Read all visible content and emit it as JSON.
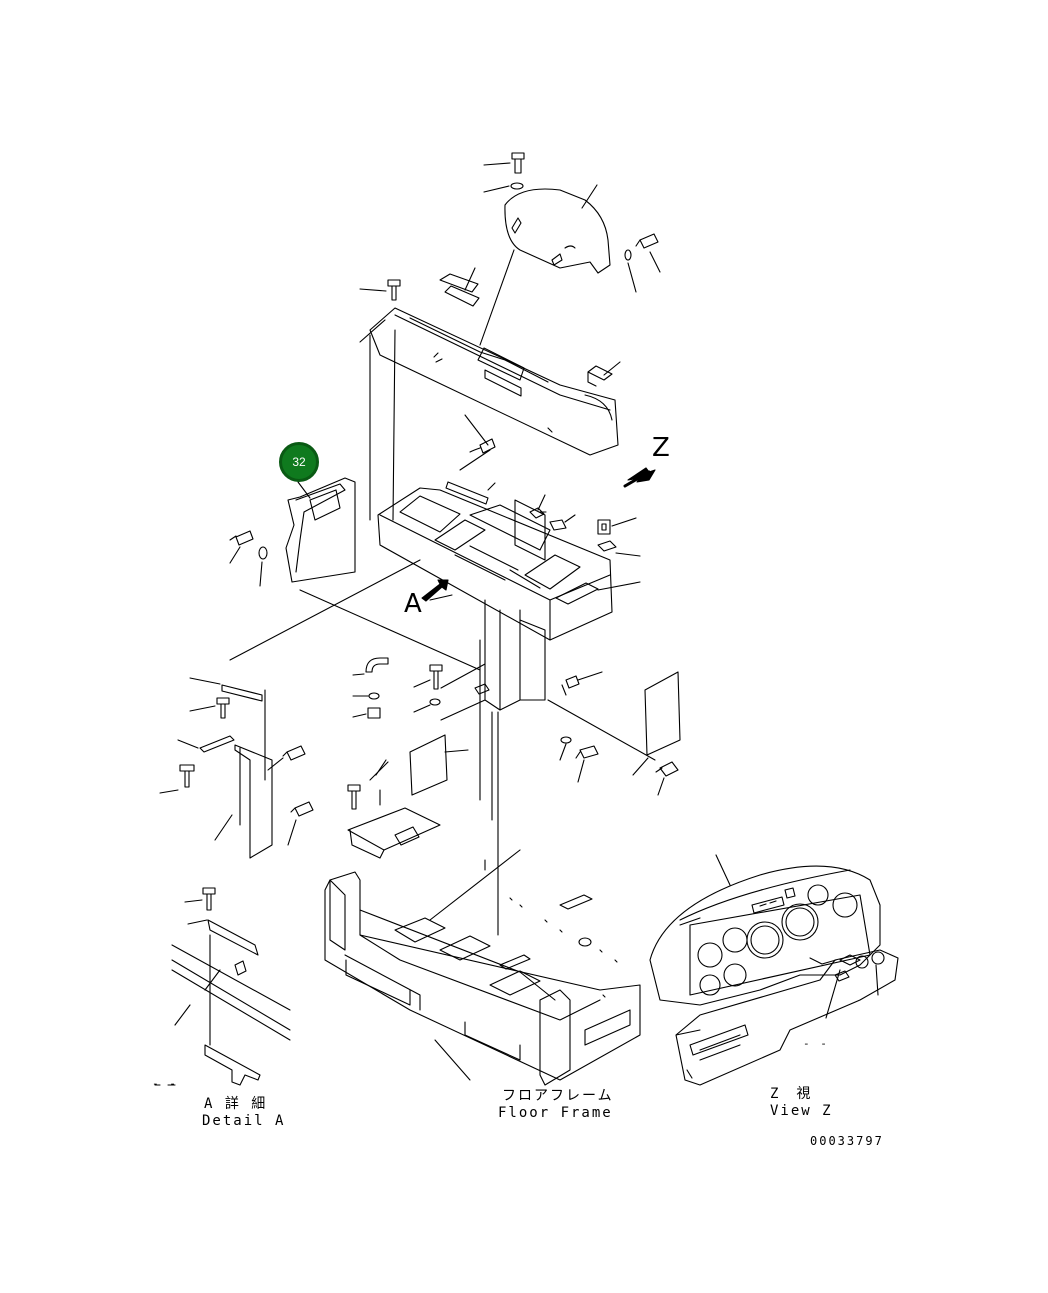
{
  "callout": {
    "number": "32",
    "color": "#0f7a1e"
  },
  "labels": {
    "view_arrow_z": "Z",
    "view_arrow_a": "A",
    "detail_a_jp": "A 詳 細",
    "detail_a_en": "Detail A",
    "floor_frame_jp": "フロアフレーム",
    "floor_frame_en": "Floor Frame",
    "view_z_jp": "Z　視",
    "view_z_en": "View Z",
    "drawing_number": "00033797",
    "dash_marks_left": "- -",
    "dash_marks_right": "- -"
  }
}
